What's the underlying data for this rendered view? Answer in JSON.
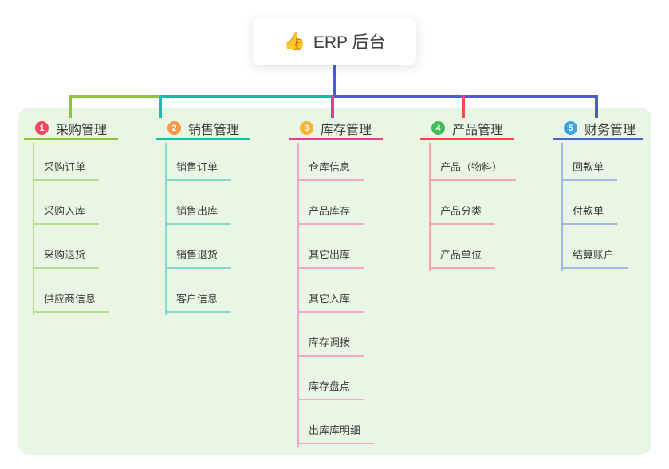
{
  "root": {
    "icon": "👍",
    "label": "ERP 后台"
  },
  "colors": {
    "page_bg": "#ffffff",
    "panel_bg": "#e9f6e4",
    "trunk_blue": "#4a5dd0",
    "text_dark": "#3c3c3c"
  },
  "branches": [
    {
      "index": "1",
      "title": "采购管理",
      "badge_color": "#f0485f",
      "line_color": "#8cc63f",
      "child_line_color": "#b5dd8d",
      "children": [
        "采购订单",
        "采购入库",
        "采购退货",
        "供应商信息"
      ]
    },
    {
      "index": "2",
      "title": "销售管理",
      "badge_color": "#f8964c",
      "line_color": "#13bfae",
      "child_line_color": "#85d9cf",
      "children": [
        "销售订单",
        "销售出库",
        "销售退货",
        "客户信息"
      ]
    },
    {
      "index": "3",
      "title": "库存管理",
      "badge_color": "#f9b233",
      "line_color": "#e33c96",
      "child_line_color": "#f2a6ce",
      "children": [
        "仓库信息",
        "产品库存",
        "其它出库",
        "其它入库",
        "库存调拨",
        "库存盘点",
        "出库库明细"
      ]
    },
    {
      "index": "4",
      "title": "产品管理",
      "badge_color": "#3fbc57",
      "line_color": "#f4484e",
      "child_line_color": "#f9a4a7",
      "children": [
        "产品（物料）",
        "产品分类",
        "产品单位"
      ]
    },
    {
      "index": "5",
      "title": "财务管理",
      "badge_color": "#3aa5e5",
      "line_color": "#4a66cc",
      "child_line_color": "#a5b9e9",
      "children": [
        "回款单",
        "付款单",
        "结算账户"
      ]
    }
  ]
}
